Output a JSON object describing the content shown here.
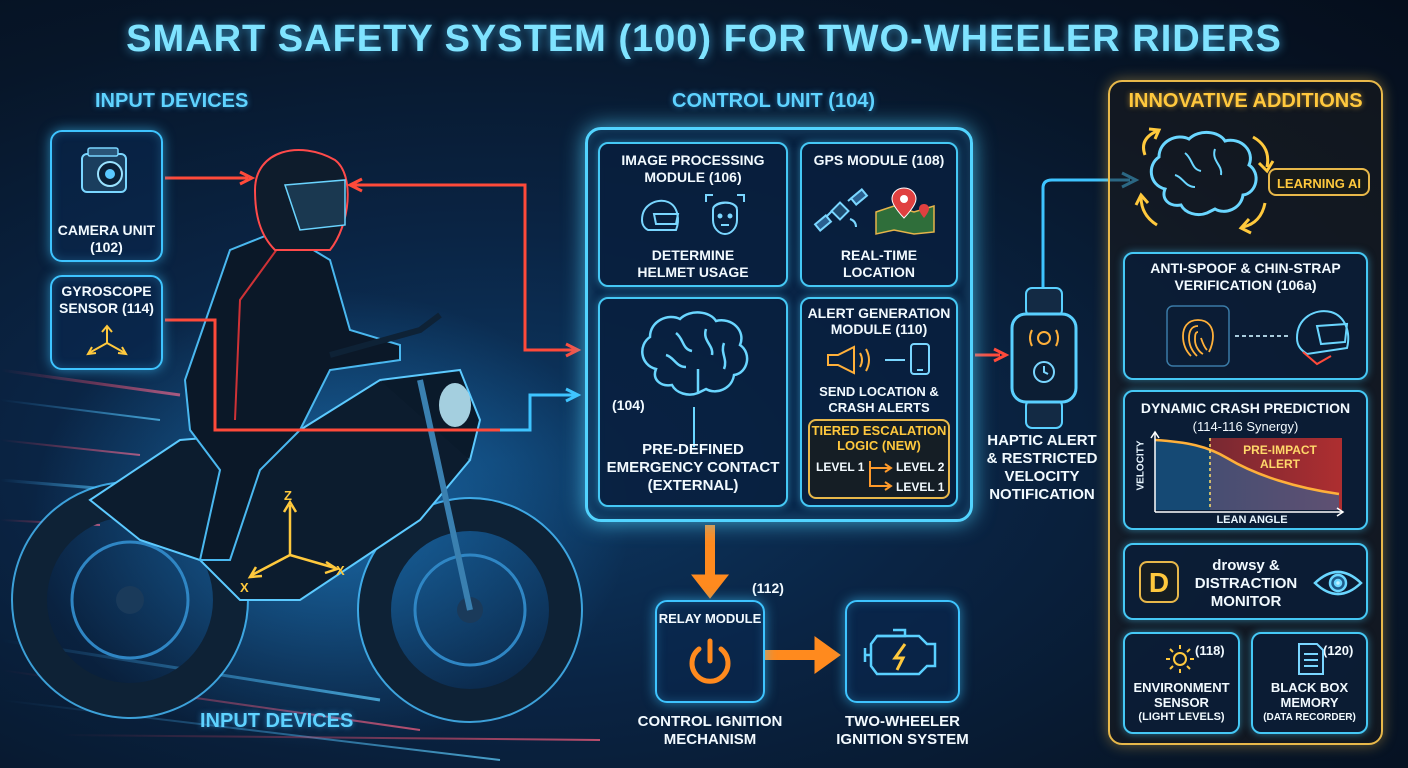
{
  "title": "SMART SAFETY SYSTEM (100) FOR TWO-WHEELER RIDERS",
  "input_devices_top": "INPUT DEVICES",
  "input_devices_bottom": "INPUT DEVICES",
  "camera": {
    "label": "CAMERA UNIT",
    "ref": "(102)"
  },
  "gyro": {
    "label": "GYROSCOPE",
    "label2": "SENSOR (114)"
  },
  "axes": {
    "z": "Z",
    "x_left": "X",
    "x_right": "X"
  },
  "control_unit": {
    "title": "CONTROL UNIT (104)",
    "image_proc": {
      "title1": "IMAGE PROCESSING",
      "title2": "MODULE (106)",
      "cap1": "DETERMINE",
      "cap2": "HELMET USAGE"
    },
    "gps": {
      "title": "GPS MODULE (108)",
      "cap1": "REAL-TIME",
      "cap2": "LOCATION"
    },
    "brain": {
      "ref": "(104)",
      "cap1": "PRE-DEFINED",
      "cap2": "EMERGENCY CONTACT",
      "cap3": "(EXTERNAL)"
    },
    "alert": {
      "title1": "ALERT GENERATION",
      "title2": "MODULE (110)",
      "cap1": "SEND LOCATION &",
      "cap2": "CRASH ALERTS",
      "tier_title1": "TIERED ESCALATION",
      "tier_title2": "LOGIC (NEW)",
      "level1": "LEVEL 1",
      "level2": "LEVEL 2",
      "level1b": "LEVEL 1"
    }
  },
  "relay": {
    "ref": "(112)",
    "title": "RELAY MODULE",
    "cap1": "CONTROL IGNITION",
    "cap2": "MECHANISM"
  },
  "ignition": {
    "cap1": "TWO-WHEELER",
    "cap2": "IGNITION SYSTEM"
  },
  "watch": {
    "cap1": "HAPTIC ALERT",
    "cap2": "& RESTRICTED",
    "cap3": "VELOCITY",
    "cap4": "NOTIFICATION"
  },
  "innovative": {
    "title": "INNOVATIVE ADDITIONS",
    "learning_ai": "LEARNING AI",
    "antispoof": {
      "title1": "ANTI-SPOOF & CHIN-STRAP",
      "title2": "VERIFICATION (106a)"
    },
    "crash": {
      "title": "DYNAMIC CRASH PREDICTION",
      "sub": "(114-116 Synergy)",
      "alert1": "PRE-IMPACT",
      "alert2": "ALERT",
      "ylabel": "VELOCITY",
      "xlabel": "LEAN ANGLE"
    },
    "drowsy": {
      "letter": "D",
      "cap1": "drowsy &",
      "cap2": "DISTRACTION",
      "cap3": "MONITOR"
    },
    "env": {
      "ref": "(118)",
      "cap1": "ENVIRONMENT",
      "cap2": "SENSOR",
      "cap3": "(LIGHT LEVELS)"
    },
    "blackbox": {
      "ref": "(120)",
      "cap1": "BLACK BOX",
      "cap2": "MEMORY",
      "cap3": "(DATA RECORDER)"
    }
  },
  "colors": {
    "cyan": "#3ec4ff",
    "red": "#ff4a3a",
    "orange": "#ff8a1e",
    "gold": "#e8b84a"
  }
}
